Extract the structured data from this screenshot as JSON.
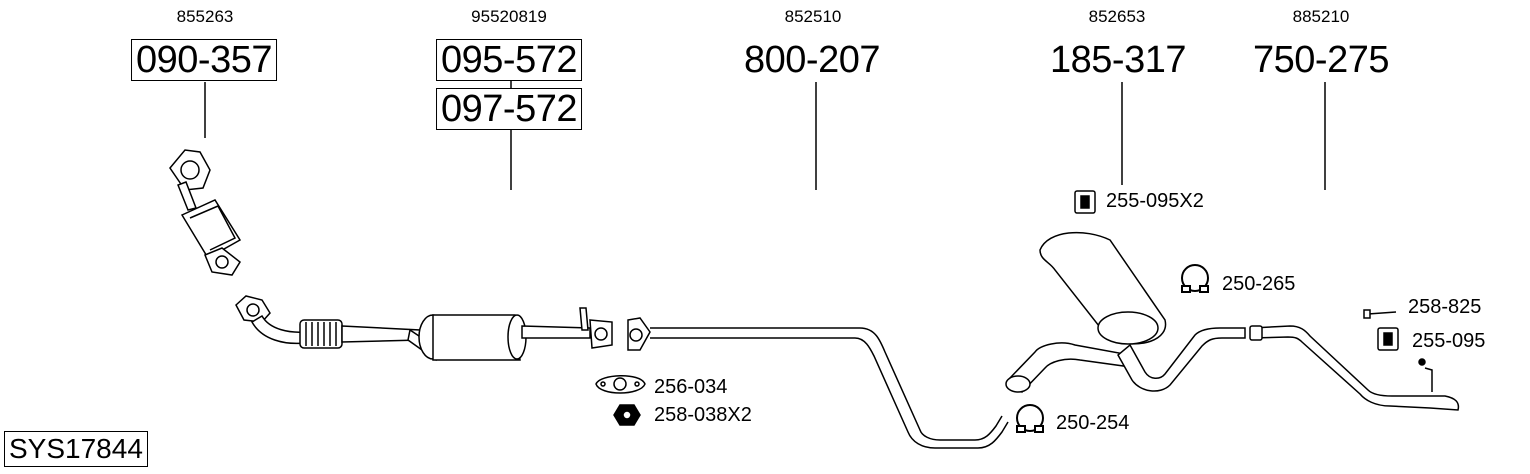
{
  "parts": [
    {
      "id": "p1",
      "oem": "855263",
      "number": "090-357",
      "boxed": true
    },
    {
      "id": "p2",
      "oem": "95520819",
      "number": "095-572",
      "boxed": true
    },
    {
      "id": "p2b",
      "oem": "",
      "number": "097-572",
      "boxed": true
    },
    {
      "id": "p3",
      "oem": "852510",
      "number": "800-207",
      "boxed": false
    },
    {
      "id": "p4",
      "oem": "852653",
      "number": "185-317",
      "boxed": false
    },
    {
      "id": "p5",
      "oem": "885210",
      "number": "750-275",
      "boxed": false
    }
  ],
  "accessories": {
    "mount_x2": "255-095X2",
    "clamp_1": "250-265",
    "bolt": "258-825",
    "mount": "255-095",
    "gasket": "256-034",
    "nut_x2": "258-038X2",
    "clamp_2": "250-254"
  },
  "system_code": "SYS17844"
}
